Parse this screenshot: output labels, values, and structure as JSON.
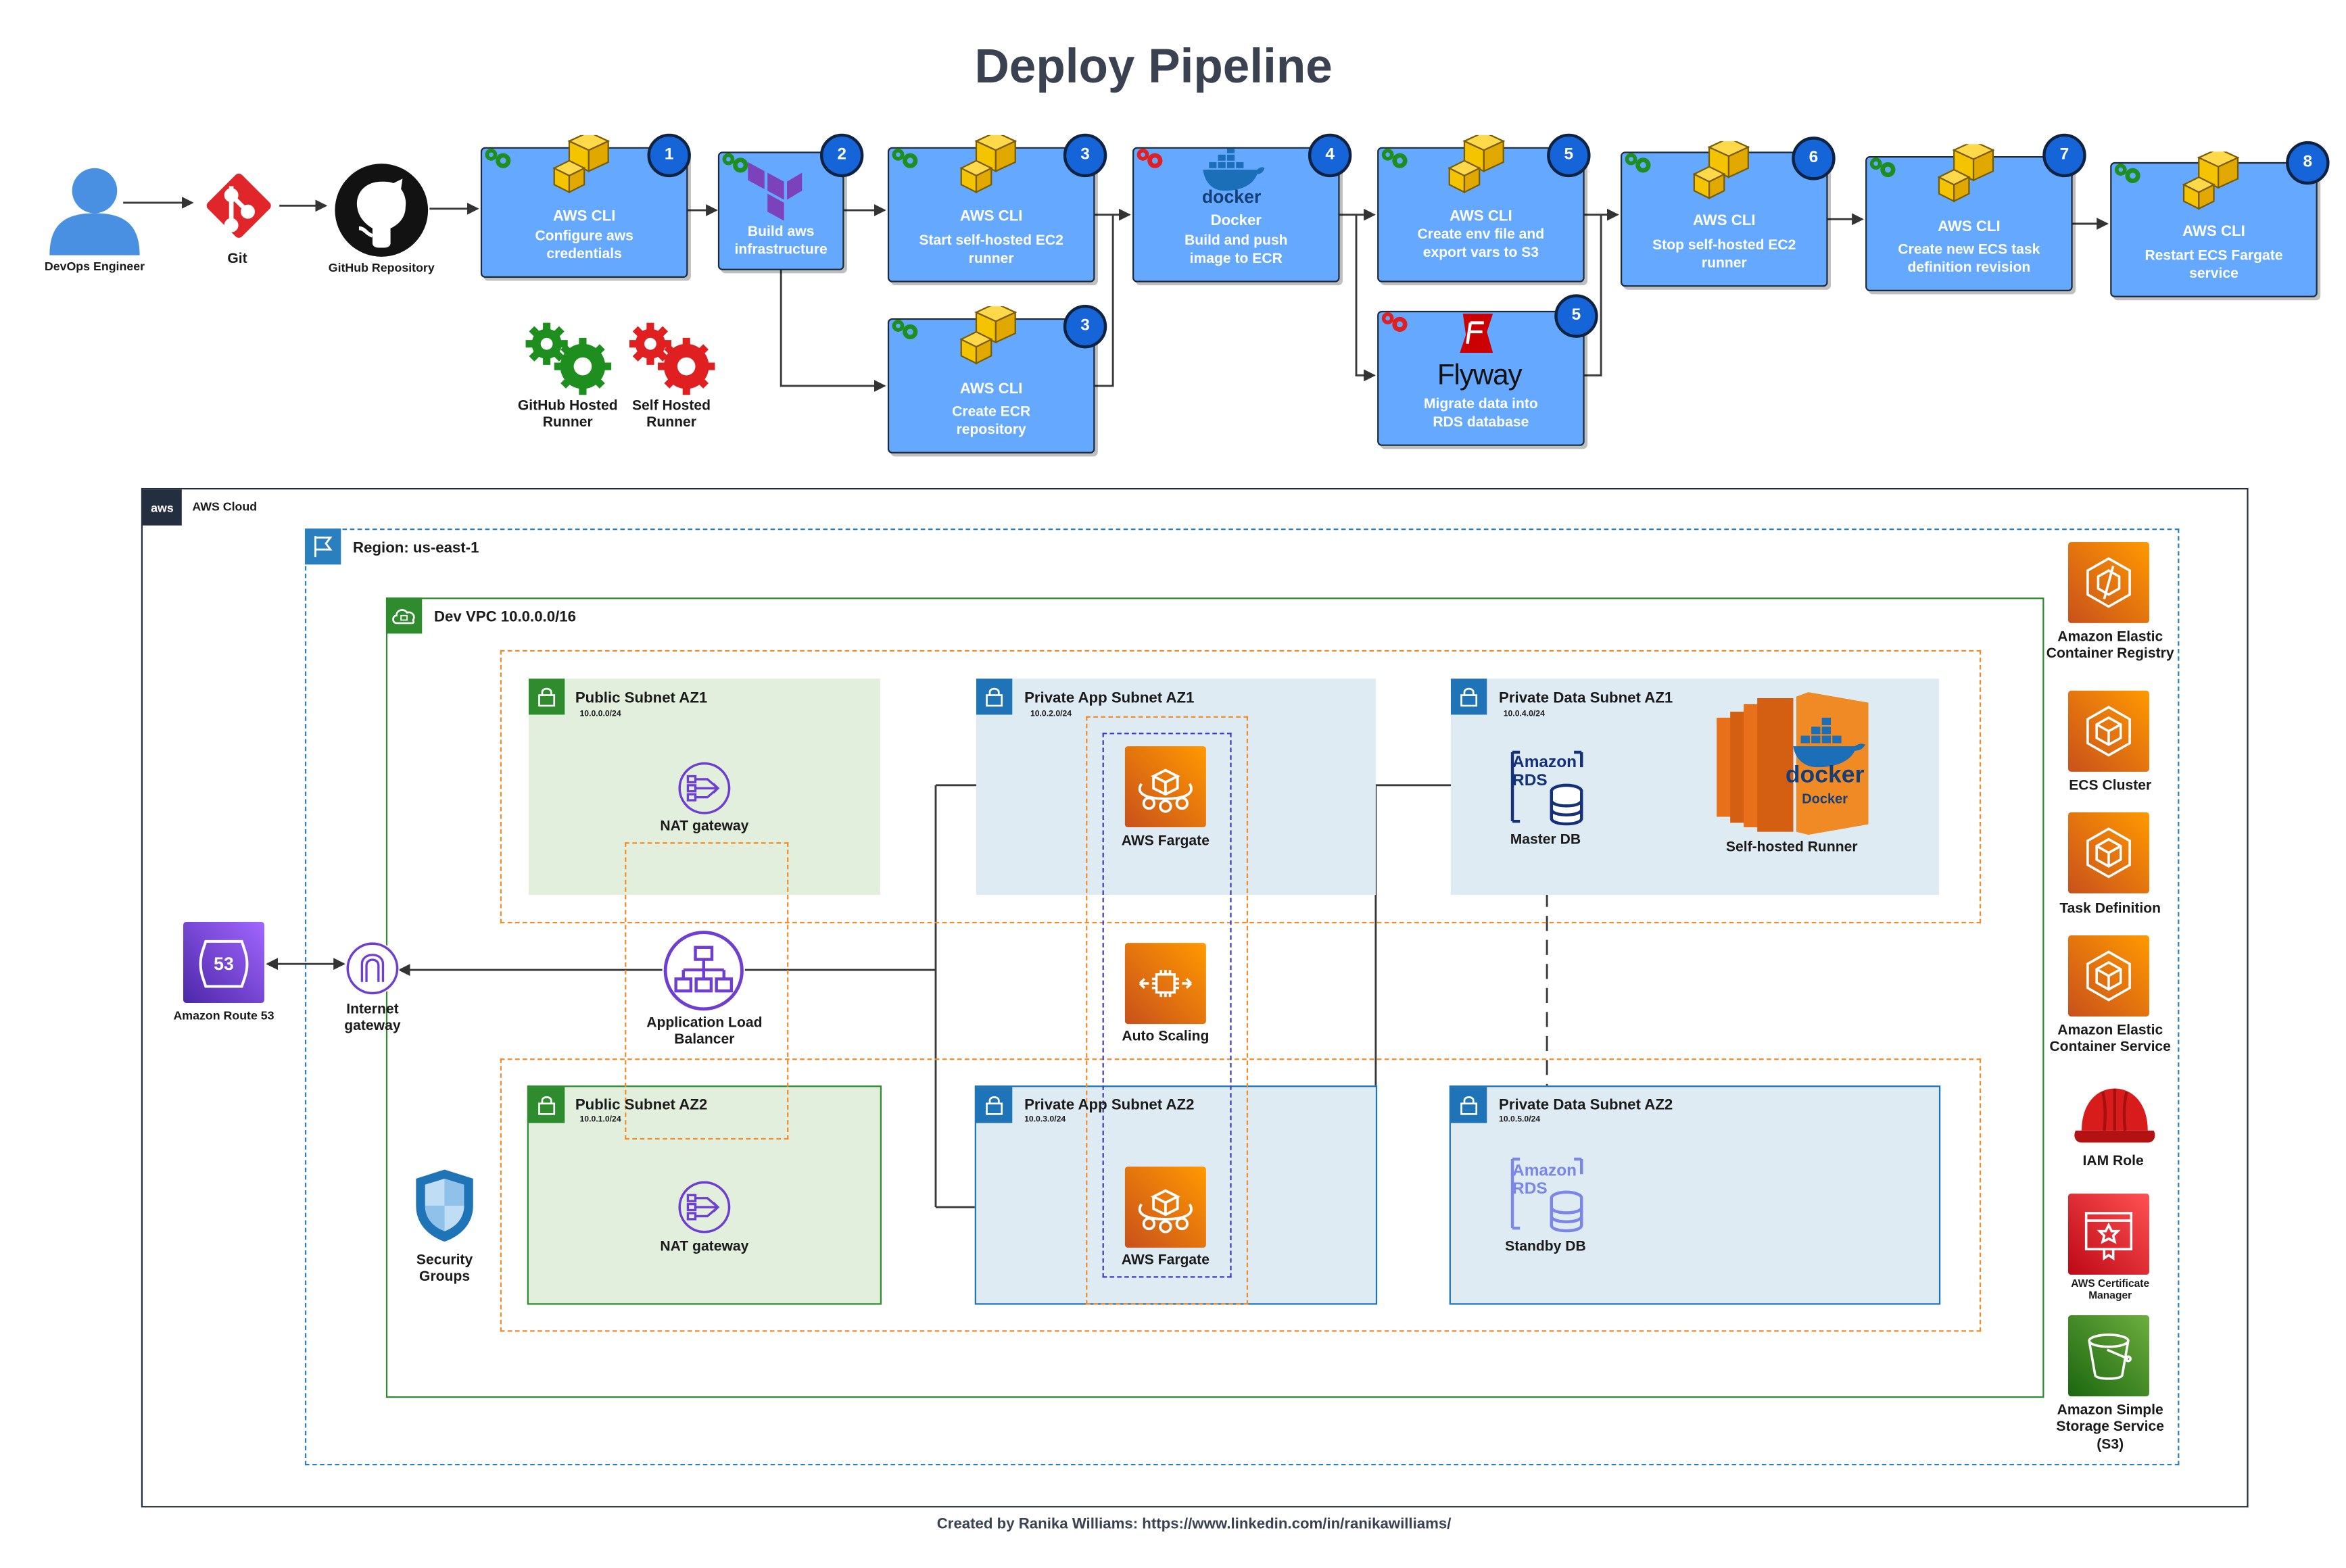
{
  "title": "Deploy Pipeline",
  "actors": {
    "engineer": "DevOps Engineer",
    "git": "Git",
    "github": "GitHub Repository"
  },
  "steps": [
    {
      "number": "1",
      "tool": "AWS CLI",
      "caption": "Configure aws credentials"
    },
    {
      "number": "2",
      "tool": "",
      "caption": "Build aws infrastructure"
    },
    {
      "number": "3",
      "tool": "AWS CLI",
      "caption": "Start self-hosted EC2 runner"
    },
    {
      "number": "3",
      "tool": "AWS CLI",
      "caption": "Create ECR repository"
    },
    {
      "number": "4",
      "tool": "Docker",
      "caption": "Build and push image to ECR"
    },
    {
      "number": "5",
      "tool": "AWS CLI",
      "caption": "Create env file and export vars to S3"
    },
    {
      "number": "5",
      "tool": "",
      "caption": "Migrate data into RDS database"
    },
    {
      "number": "6",
      "tool": "AWS CLI",
      "caption": "Stop self-hosted EC2 runner"
    },
    {
      "number": "7",
      "tool": "AWS CLI",
      "caption": "Create new ECS task definition revision"
    },
    {
      "number": "8",
      "tool": "AWS CLI",
      "caption": "Restart ECS Fargate service"
    }
  ],
  "logos": {
    "docker": "docker",
    "flyway": "Flyway",
    "docker_big": "docker",
    "docker_big_sub": "Docker",
    "rds_line1": "Amazon",
    "rds_line2": "RDS",
    "route53_num": "53"
  },
  "legend": {
    "github_hosted": "GitHub Hosted Runner",
    "self_hosted": "Self Hosted Runner",
    "github_hosted_color": "#1e8e1e",
    "self_hosted_color": "#e02020"
  },
  "aws": {
    "cloud": "AWS Cloud",
    "aws_badge": "aws",
    "region": "Region: us-east-1",
    "vpc": "Dev VPC 10.0.0.0/16",
    "subnets": {
      "public_az1": {
        "name": "Public Subnet AZ1",
        "cidr": "10.0.0.0/24"
      },
      "private_app_az1": {
        "name": "Private App Subnet AZ1",
        "cidr": "10.0.2.0/24"
      },
      "private_data_az1": {
        "name": "Private Data Subnet AZ1",
        "cidr": "10.0.4.0/24"
      },
      "public_az2": {
        "name": "Public Subnet AZ2",
        "cidr": "10.0.1.0/24"
      },
      "private_app_az2": {
        "name": "Private App Subnet AZ2",
        "cidr": "10.0.3.0/24"
      },
      "private_data_az2": {
        "name": "Private Data Subnet AZ2",
        "cidr": "10.0.5.0/24"
      }
    },
    "components": {
      "nat1": "NAT gateway",
      "nat2": "NAT gateway",
      "fargate1": "AWS Fargate",
      "fargate2": "AWS Fargate",
      "auto_scaling": "Auto Scaling",
      "master_db": "Master DB",
      "standby_db": "Standby DB",
      "runner": "Self-hosted Runner",
      "alb": "Application Load Balancer",
      "igw": "Internet gateway",
      "route53": "Amazon Route 53",
      "security_groups": "Security Groups"
    },
    "services": [
      "Amazon Elastic Container Registry",
      "ECS Cluster",
      "Task Definition",
      "Amazon Elastic Container Service",
      "IAM Role",
      "AWS Certificate Manager",
      "Amazon Simple Storage Service (S3)"
    ]
  },
  "footer": "Created by Ranika Williams: https://www.linkedin.com/in/ranikawilliams/"
}
